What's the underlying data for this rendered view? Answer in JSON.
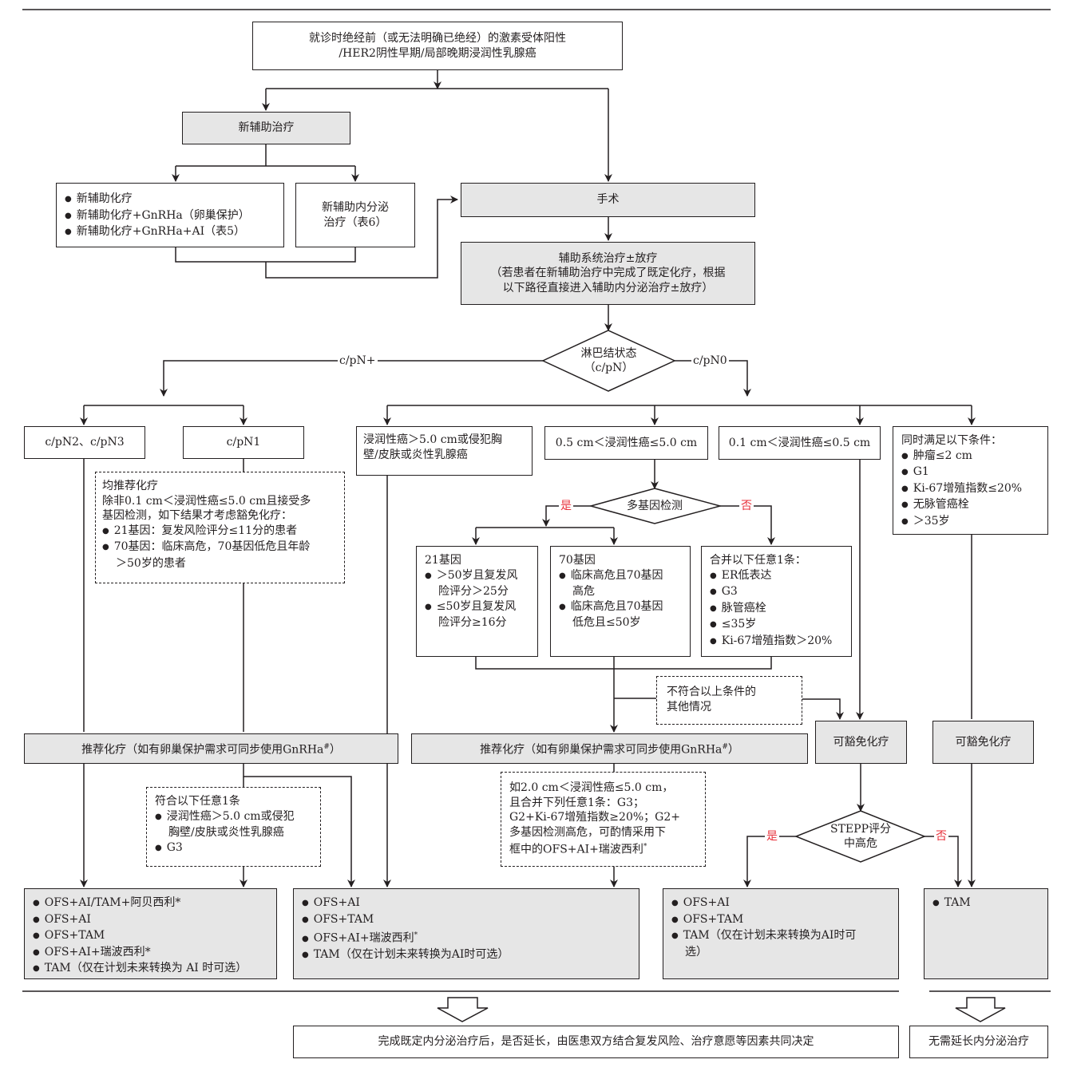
{
  "title": "就诊时绝经前（或无法明确已绝经）的激素受体阳性 /HER2阴性早期/局部晚期浸润性乳腺癌",
  "top_box": {
    "line1": "就诊时绝经前（或无法明确已绝经）的激素受体阳性",
    "line2": "/HER2阴性早期/局部晚期浸润性乳腺癌"
  },
  "neoadjuvant": {
    "label": "新辅助治疗"
  },
  "neo_chemo": {
    "items": [
      "新辅助化疗",
      "新辅助化疗+GnRHa（卵巢保护）",
      "新辅助化疗+GnRHa+AI（表5）"
    ]
  },
  "neo_endo": {
    "line1": "新辅助内分泌",
    "line2": "治疗（表6）"
  },
  "surgery": {
    "label": "手术"
  },
  "adjuvant": {
    "line1": "辅助系统治疗±放疗",
    "line2": "（若患者在新辅助治疗中完成了既定化疗，根据",
    "line3": "以下路径直接进入辅助内分泌治疗±放疗）"
  },
  "lymph": {
    "line1": "淋巴结状态",
    "line2": "（c/pN）",
    "pos": "c/pN+",
    "neg": "c/pN0"
  },
  "n23": {
    "label": "c/pN2、c/pN3"
  },
  "n1": {
    "label": "c/pN1"
  },
  "n1_note": {
    "l1": "均推荐化疗",
    "l2": "除非0.1 cm＜浸润性癌≤5.0 cm且接受多",
    "l3": "基因检测，如下结果才考虑豁免化疗：",
    "b1": "21基因：复发风险评分≤11分的患者",
    "b2": "70基因：临床高危，70基因低危且年龄",
    "b2b": "＞50岁的患者"
  },
  "inv_large": {
    "line1": "浸润性癌＞5.0 cm或侵犯胸",
    "line2": "壁/皮肤或炎性乳腺癌"
  },
  "inv_mid": {
    "label": "0.5 cm＜浸润性癌≤5.0 cm"
  },
  "inv_small": {
    "label": "0.1 cm＜浸润性癌≤0.5 cm"
  },
  "lowrisk": {
    "title": "同时满足以下条件：",
    "items": [
      "肿瘤≤2 cm",
      "G1",
      "Ki-67增殖指数≤20%",
      "无脉管癌栓",
      "＞35岁"
    ]
  },
  "multigene": {
    "label": "多基因检测",
    "yes": "是",
    "no": "否"
  },
  "g21": {
    "title": "21基因",
    "b1": "＞50岁且复发风",
    "b1b": "险评分＞25分",
    "b2": "≤50岁且复发风",
    "b2b": "险评分≥16分"
  },
  "g70": {
    "title": "70基因",
    "b1": "临床高危且70基因",
    "b1b": "高危",
    "b2": "临床高危且70基因",
    "b2b": "低危且≤50岁"
  },
  "anyone": {
    "title": "合并以下任意1条：",
    "items": [
      "ER低表达",
      "G3",
      "脉管癌栓",
      "≤35岁",
      "Ki-67增殖指数＞20%"
    ]
  },
  "other": {
    "line1": "不符合以上条件的",
    "line2": "其他情况"
  },
  "chemo_left": {
    "label": "推荐化疗（如有卵巢保护需求可同步使用GnRHa",
    "sup": "#",
    "end": "）"
  },
  "chemo_mid": {
    "label": "推荐化疗（如有卵巢保护需求可同步使用GnRHa",
    "sup": "#",
    "end": "）"
  },
  "exempt1": {
    "label": "可豁免化疗"
  },
  "exempt2": {
    "label": "可豁免化疗"
  },
  "cond_left": {
    "title": "符合以下任意1条",
    "b1": "浸润性癌＞5.0 cm或侵犯",
    "b1b": "胸壁/皮肤或炎性乳腺癌",
    "b2": "G3"
  },
  "cond_mid": {
    "l1": "如2.0 cm＜浸润性癌≤5.0 cm，",
    "l2": "且合并下列任意1条：G3；",
    "l3": "G2+Ki-67增殖指数≥20%；G2+",
    "l4": "多基因检测高危，可酌情采用下",
    "l5": "框中的OFS+AI+瑞波西利",
    "sup": "*"
  },
  "stepp": {
    "line1": "STEPP评分",
    "line2": "中高危",
    "yes": "是",
    "no": "否"
  },
  "tx1": {
    "items": [
      "OFS+AI/TAM+阿贝西利*",
      "OFS+AI",
      "OFS+TAM",
      "OFS+AI+瑞波西利*",
      "TAM（仅在计划未来转换为 AI 时可选）"
    ]
  },
  "tx2": {
    "i1": "OFS+AI",
    "i2": "OFS+TAM",
    "i3": "OFS+AI+瑞波西利",
    "i3sup": "*",
    "i4": "TAM（仅在计划未来转换为AI时可选）"
  },
  "tx3": {
    "i1": "OFS+AI",
    "i2": "OFS+TAM",
    "i3": "TAM（仅在计划未来转换为AI时可",
    "i3b": "选）"
  },
  "tx4": {
    "items": [
      "TAM"
    ]
  },
  "final_left": {
    "label": "完成既定内分泌治疗后，是否延长，由医患双方结合复发风险、治疗意愿等因素共同决定"
  },
  "final_right": {
    "label": "无需延长内分泌治疗"
  }
}
